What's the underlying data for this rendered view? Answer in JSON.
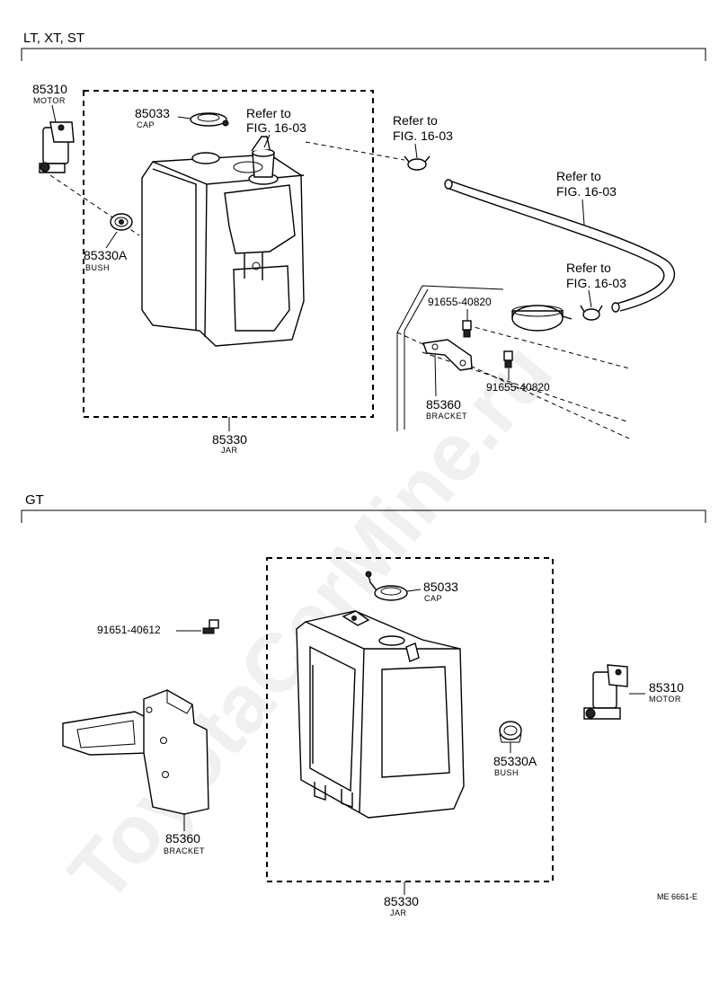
{
  "watermark": "ToyotaCarMine.ru",
  "section_top": {
    "title": "LT, XT, ST",
    "motor": {
      "number": "85310",
      "name": "MOTOR"
    },
    "cap": {
      "number": "85033",
      "name": "CAP"
    },
    "bush": {
      "number": "85330A",
      "name": "BUSH"
    },
    "jar": {
      "number": "85330",
      "name": "JAR"
    },
    "bracket": {
      "number": "85360",
      "name": "BRACKET"
    },
    "bolt_upper": "91655-40820",
    "bolt_lower": "91655-40820",
    "refer_1": {
      "line1": "Refer to",
      "line2": "FIG. 16-03"
    },
    "refer_2": {
      "line1": "Refer to",
      "line2": "FIG. 16-03"
    },
    "refer_3": {
      "line1": "Refer to",
      "line2": "FIG. 16-03"
    },
    "refer_4": {
      "line1": "Refer to",
      "line2": "FIG. 16-03"
    }
  },
  "section_bottom": {
    "title": "GT",
    "cap": {
      "number": "85033",
      "name": "CAP"
    },
    "bolt": "91651-40612",
    "motor": {
      "number": "85310",
      "name": "MOTOR"
    },
    "bush": {
      "number": "85330A",
      "name": "BUSH"
    },
    "bracket": {
      "number": "85360",
      "name": "BRACKET"
    },
    "jar": {
      "number": "85330",
      "name": "JAR"
    }
  },
  "figure_code": "ME 6661-E"
}
